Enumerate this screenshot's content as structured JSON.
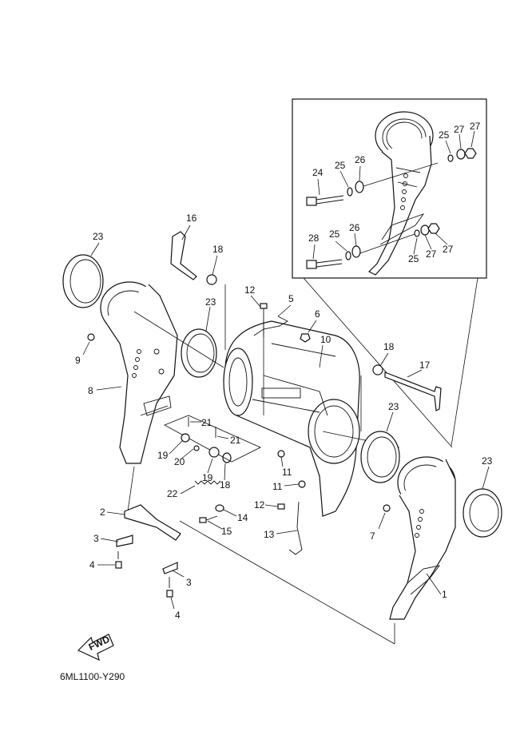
{
  "diagram_code": "6ML1100-Y290",
  "fwd_label": "FWD",
  "callouts": {
    "c1": "1",
    "c2": "2",
    "c3a": "3",
    "c3b": "3",
    "c4a": "4",
    "c4b": "4",
    "c5": "5",
    "c6": "6",
    "c7": "7",
    "c8": "8",
    "c9": "9",
    "c10": "10",
    "c11a": "11",
    "c11b": "11",
    "c12a": "12",
    "c12b": "12",
    "c13": "13",
    "c14": "14",
    "c15": "15",
    "c16": "16",
    "c17": "17",
    "c18a": "18",
    "c18b": "18",
    "c18c": "18",
    "c19a": "19",
    "c19b": "19",
    "c20": "20",
    "c21a": "21",
    "c21b": "21",
    "c22": "22",
    "c23a": "23",
    "c23b": "23",
    "c23c": "23",
    "c23d": "23",
    "i24": "24",
    "i25a": "25",
    "i25b": "25",
    "i25c": "25",
    "i25d": "25",
    "i26a": "26",
    "i26b": "26",
    "i27a": "27",
    "i27b": "27",
    "i27c": "27",
    "i27d": "27",
    "i28": "28"
  }
}
